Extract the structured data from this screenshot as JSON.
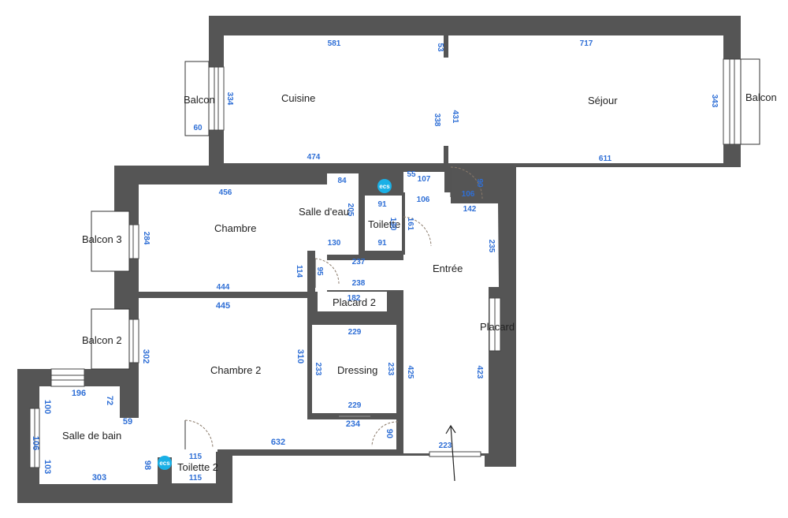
{
  "colors": {
    "wall": "#555555",
    "dimension": "#2f6fd6",
    "ecs": "#1ab0e6",
    "label": "#222222"
  },
  "rooms": {
    "cuisine": "Cuisine",
    "sejour": "Séjour",
    "chambre": "Chambre",
    "chambre2": "Chambre 2",
    "salle_eau": "Salle d'eau",
    "toilette": "Toilette",
    "toilette2": "Toilette 2",
    "entree": "Entrée",
    "placard": "Placard",
    "placard2": "Placard 2",
    "dressing": "Dressing",
    "salle_de_bain": "Salle de bain",
    "balcon": "Balcon",
    "balcon_right": "Balcon",
    "balcon2": "Balcon 2",
    "balcon3": "Balcon 3"
  },
  "ecs_label": "ecs",
  "dimensions": {
    "d581": "581",
    "d53": "53",
    "d717": "717",
    "d334": "334",
    "d60": "60",
    "d338": "338",
    "d431": "431",
    "d343": "343",
    "d474": "474",
    "d611": "611",
    "d55": "55",
    "d107": "107",
    "d106a": "106",
    "d90a": "90",
    "d106b": "106",
    "d142": "142",
    "d456": "456",
    "d84": "84",
    "d205": "205",
    "d91a": "91",
    "d130a": "130",
    "d161": "161",
    "d91b": "91",
    "d130b": "130",
    "d284": "284",
    "d235": "235",
    "d237": "237",
    "d114": "114",
    "d95": "95",
    "d238": "238",
    "d444": "444",
    "d182": "182",
    "d445": "445",
    "d302": "302",
    "d310": "310",
    "d229a": "229",
    "d233a": "233",
    "d233b": "233",
    "d425": "425",
    "d423": "423",
    "d229b": "229",
    "d234": "234",
    "d90b": "90",
    "d196": "196",
    "d72": "72",
    "d100": "100",
    "d59": "59",
    "d106c": "106",
    "d632": "632",
    "d103": "103",
    "d98": "98",
    "d303": "303",
    "d115a": "115",
    "d115b": "115",
    "d223": "223"
  }
}
